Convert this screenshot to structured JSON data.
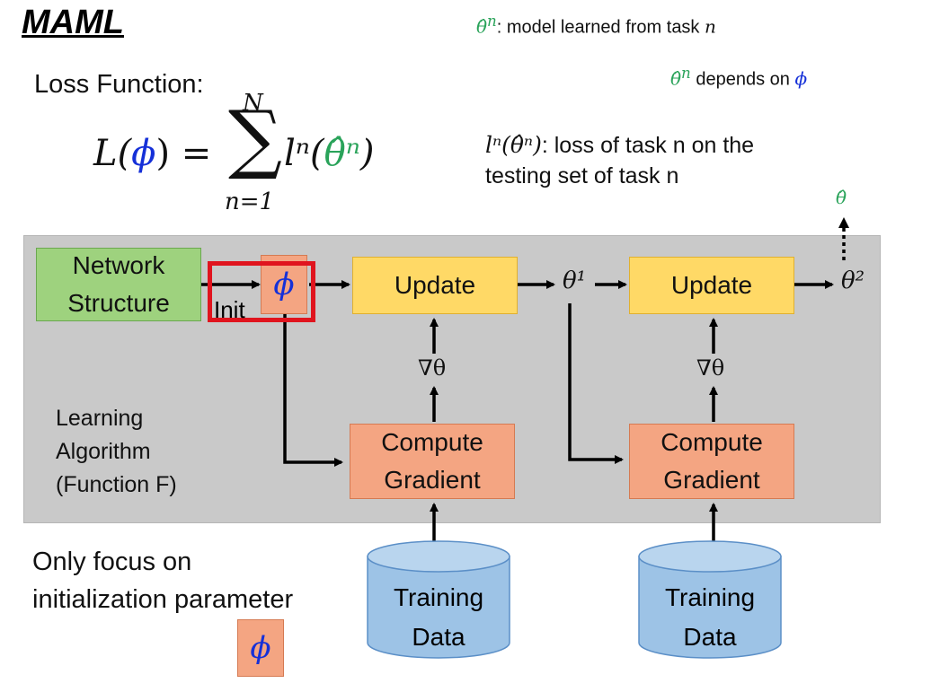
{
  "title": "MAML",
  "notes": {
    "theta_hat_symbol": "θ̂",
    "theta_hat_superscript": "n",
    "model_learned_text": ": model learned from task ",
    "model_learned_n": "n",
    "depends_text": " depends on ",
    "phi_symbol": "ϕ"
  },
  "loss": {
    "label": "Loss Function:",
    "lhs": "L(ϕ) =",
    "sum_top": "N",
    "sum_symbol": "∑",
    "sum_bottom": "n=1",
    "rhs": "lⁿ(θ̂ⁿ)",
    "desc_symbol": "lⁿ(θ̂ⁿ)",
    "desc_line1": ": loss of task n on the",
    "desc_line2": "testing set of task n"
  },
  "diagram": {
    "network_structure": "Network Structure",
    "phi": "ϕ",
    "init": "Init",
    "update": "Update",
    "compute_gradient": "Compute Gradient",
    "nabla_theta": "∇θ",
    "theta1": "θ¹",
    "theta2": "θ²",
    "theta_hat": "θ̂",
    "learning_algorithm": [
      "Learning",
      "Algorithm",
      "(Function F)"
    ],
    "training_data": "Training Data"
  },
  "focus": {
    "line1": "Only focus on",
    "line2": "initialization parameter",
    "phi": "ϕ"
  },
  "colors": {
    "green_box": "#9ed27e",
    "yellow_box": "#ffd966",
    "orange_box": "#f4a582",
    "cylinder": "#9dc3e6",
    "panel": "#c9c9c9",
    "highlight": "#e0141e",
    "phi_blue": "#1530d8",
    "theta_hat_green": "#2aa35a"
  }
}
